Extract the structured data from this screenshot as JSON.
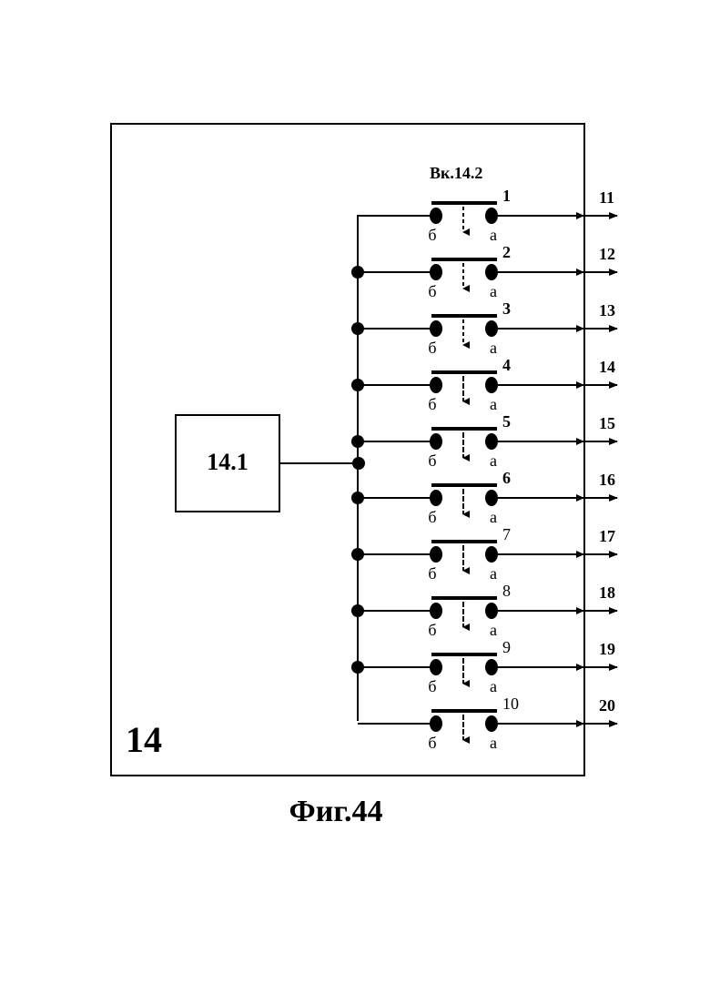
{
  "block": {
    "label": "14"
  },
  "sub_block": {
    "label": "14.1"
  },
  "switch_group": {
    "label": "Вк.14.2"
  },
  "contact_labels": {
    "left": "б",
    "right": "а"
  },
  "switches": [
    {
      "number": "1",
      "output": "11",
      "dashed": true
    },
    {
      "number": "2",
      "output": "12",
      "dashed": true
    },
    {
      "number": "3",
      "output": "13",
      "dashed": true
    },
    {
      "number": "4",
      "output": "14",
      "dashed": false
    },
    {
      "number": "5",
      "output": "15",
      "dashed": false
    },
    {
      "number": "6",
      "output": "16",
      "dashed": false
    },
    {
      "number": "7",
      "output": "17",
      "dashed": false
    },
    {
      "number": "8",
      "output": "18",
      "dashed": false
    },
    {
      "number": "9",
      "output": "19",
      "dashed": false
    },
    {
      "number": "10",
      "output": "20",
      "dashed": false
    }
  ],
  "caption": "Фиг.44"
}
